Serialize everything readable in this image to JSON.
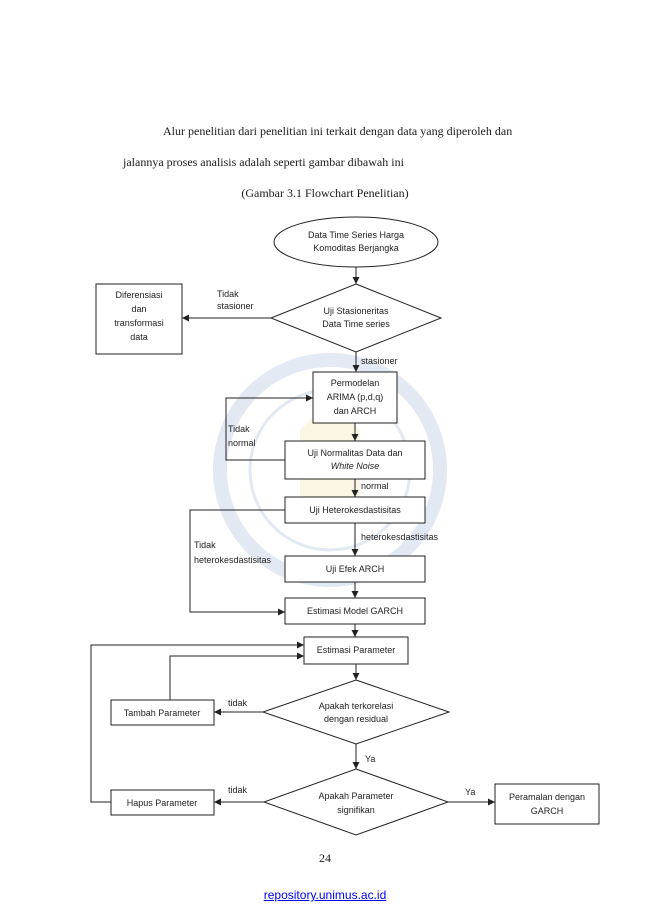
{
  "intro": {
    "line1": "Alur penelitian dari penelitian ini terkait dengan data yang diperoleh dan",
    "line2": "jalannya proses analisis adalah seperti gambar dibawah ini",
    "caption": "(Gambar 3.1 Flowchart Penelitian)"
  },
  "flow": {
    "start": [
      "Data Time Series Harga",
      "Komoditas Berjangka"
    ],
    "uji_stasioneritas": [
      "Uji Stasioneritas",
      "Data Time series"
    ],
    "label_tidak_stasioner": [
      "Tidak",
      "stasioner"
    ],
    "diferensiasi": [
      "Diferensiasi",
      "dan",
      "transformasi",
      "data"
    ],
    "label_stasioner": "stasioner",
    "pemodelan": [
      "Permodelan",
      "ARIMA (p,d,q)",
      "dan ARCH"
    ],
    "label_tidak_normal": [
      "Tidak",
      "normal"
    ],
    "uji_normalitas": [
      "Uji Normalitas Data dan",
      "White Noise"
    ],
    "label_normal": "normal",
    "uji_hetero": "Uji Heterokesdastisitas",
    "label_hetero": "heterokesdastisitas",
    "label_tidak_hetero": [
      "Tidak",
      "heterokesdastisitas"
    ],
    "uji_efek": "Uji Efek ARCH",
    "estimasi_model": "Estimasi Model GARCH",
    "estimasi_parameter": "Estimasi Parameter",
    "apakah_terkorelasi": [
      "Apakah terkorelasi",
      "dengan residual"
    ],
    "tambah_parameter": "Tambah Parameter",
    "label_tidak_1": "tidak",
    "label_ya_1": "Ya",
    "apakah_signifikan": [
      "Apakah Parameter",
      "signifikan"
    ],
    "hapus_parameter": "Hapus Parameter",
    "label_tidak_2": "tidak",
    "label_ya_2": "Ya",
    "peramalan": [
      "Peramalan dengan",
      "GARCH"
    ]
  },
  "page_number": "24",
  "footer_link": "repository.unimus.ac.id"
}
